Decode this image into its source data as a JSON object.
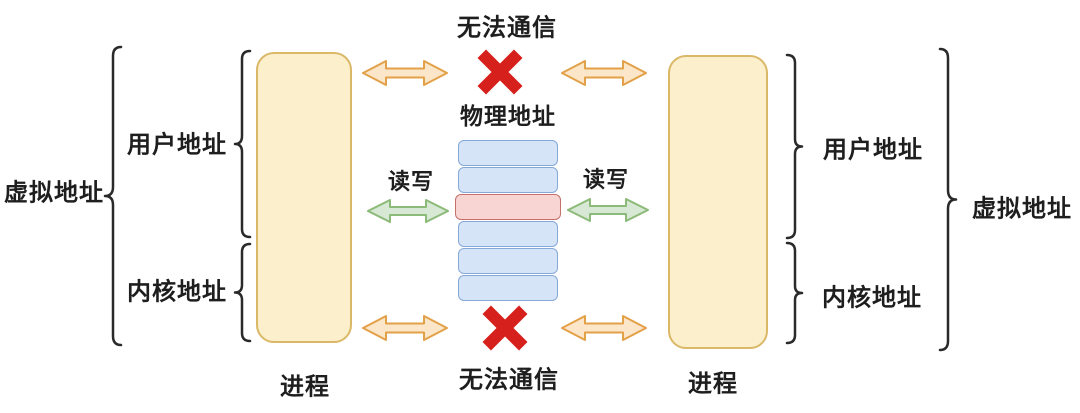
{
  "labels": {
    "virtual_address_left": "虚拟地址",
    "user_address_left": "用户地址",
    "kernel_address_left": "内核地址",
    "process_left": "进程",
    "no_communication_top": "无法通信",
    "physical_address": "物理地址",
    "read_write_left": "读写",
    "read_write_right": "读写",
    "no_communication_bottom": "无法通信",
    "process_right": "进程",
    "user_address_right": "用户地址",
    "kernel_address_right": "内核地址",
    "virtual_address_right": "虚拟地址"
  },
  "memory": {
    "cells": [
      "normal",
      "normal",
      "shared",
      "normal",
      "normal",
      "normal"
    ]
  },
  "colors": {
    "yellow_fill": "#FBF0CB",
    "yellow_stroke": "#DBB768",
    "blue_fill": "#D6E4F8",
    "blue_stroke": "#85A8D8",
    "red_fill": "#F8D5D3",
    "red_stroke": "#C4706B",
    "green_fill": "#D7E9D5",
    "green_stroke": "#8CBA78",
    "orange_fill": "#FBE6C9",
    "orange_stroke": "#E2A148",
    "x_red": "#D6201B",
    "brace_color": "#2A2A2A",
    "text_color": "#1E1E1E"
  }
}
